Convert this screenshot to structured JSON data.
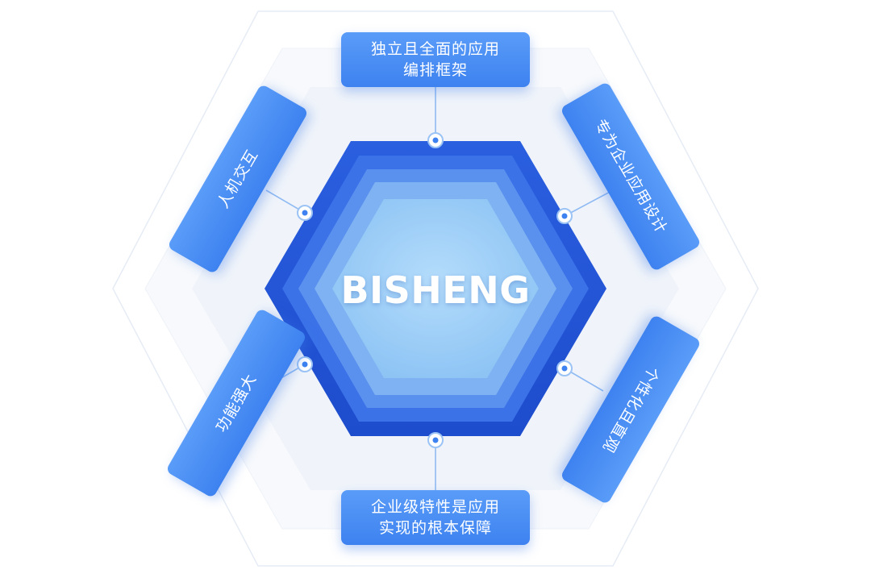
{
  "diagram": {
    "center_label": "BISHENG",
    "features": [
      {
        "id": "top",
        "line1": "独立且全面的应用",
        "line2": "编排框架"
      },
      {
        "id": "upper-right",
        "line1": "专为企业应用设计",
        "line2": ""
      },
      {
        "id": "lower-right",
        "line1": "个性化且直观",
        "line2": ""
      },
      {
        "id": "bottom",
        "line1": "企业级特性是应用",
        "line2": "实现的根本保障"
      },
      {
        "id": "lower-left",
        "line1": "功能强大",
        "line2": ""
      },
      {
        "id": "upper-left",
        "line1": "人机交互",
        "line2": ""
      }
    ]
  },
  "colors": {
    "card": "#4a8ff5",
    "hex_outer": "#1a4fd6",
    "hex_inner": "#9fd0f7",
    "connector": "#86b6f4",
    "label": "#ffffff"
  }
}
